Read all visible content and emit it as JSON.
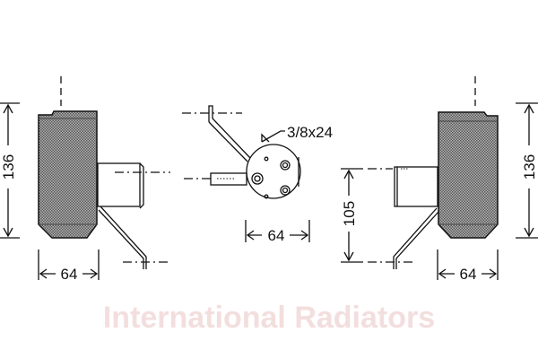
{
  "drawing": {
    "left_view": {
      "height_label": "136",
      "width_label": "64"
    },
    "center_view": {
      "thread_label": "3/8x24",
      "width_label": "64"
    },
    "right_view": {
      "height_label": "136",
      "width_label": "64",
      "pipe_offset_label": "105"
    },
    "watermark": "International Radiators",
    "colors": {
      "line": "#111111",
      "hatch": "#8a8a8a",
      "watermark": "#f3dede"
    }
  }
}
